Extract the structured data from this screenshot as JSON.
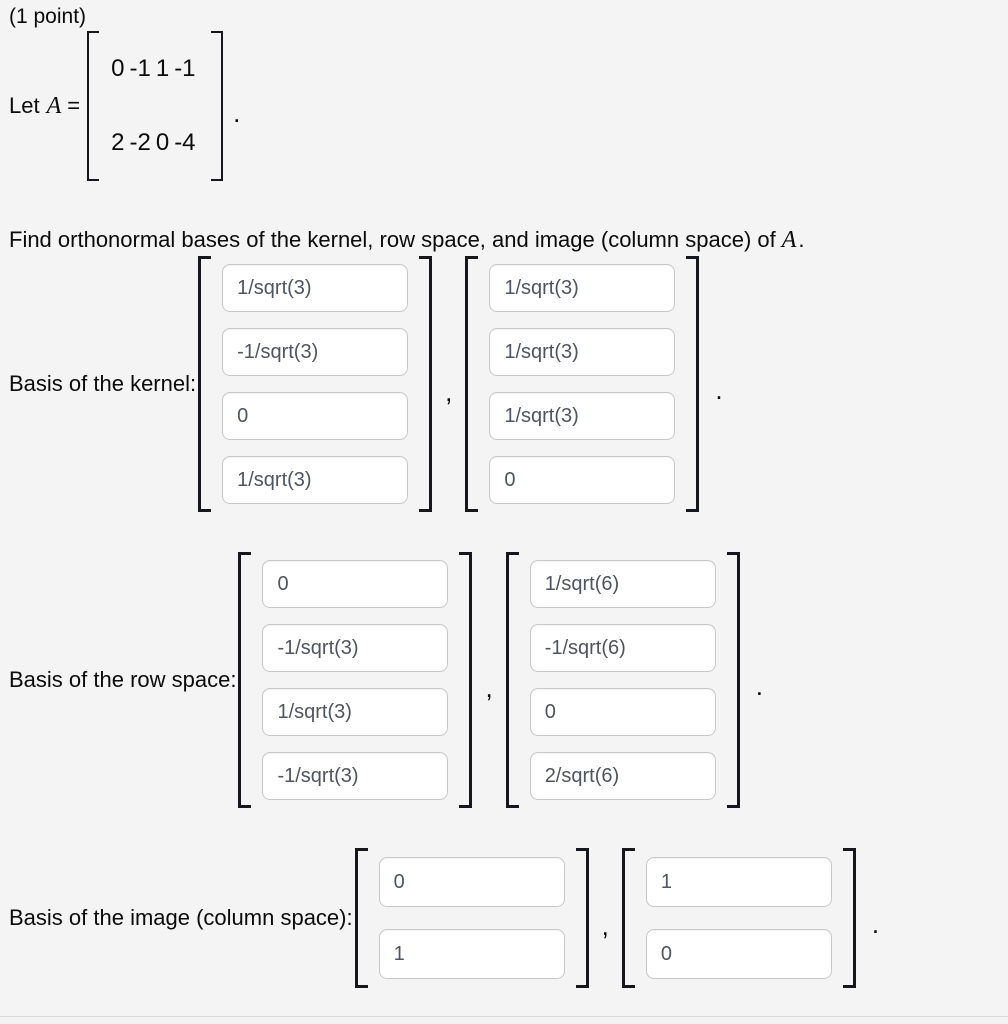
{
  "colors": {
    "page_background": "#f4f4f5",
    "text": "#0b0b0b",
    "input_text": "#4f5560",
    "input_border": "#c9c9c9",
    "input_background": "#ffffff",
    "bracket": "#15171c",
    "bottom_divider": "#d9d9d9"
  },
  "header": {
    "points": "(1 point)"
  },
  "matrix_block": {
    "intro": "Let",
    "var": "A",
    "equals": "=",
    "rows": [
      [
        "0",
        "-1",
        "1",
        "-1"
      ],
      [
        "2",
        "-2",
        "0",
        "-4"
      ]
    ],
    "period": "."
  },
  "prompt": {
    "text": "Find orthonormal bases of the kernel, row space, and image (column space) of",
    "var": "A",
    "period": "."
  },
  "kernel": {
    "label": "Basis of the kernel:",
    "vector1": [
      "1/sqrt(3)",
      "-1/sqrt(3)",
      "0",
      "1/sqrt(3)"
    ],
    "vector2": [
      "1/sqrt(3)",
      "1/sqrt(3)",
      "1/sqrt(3)",
      "0"
    ],
    "separator": ",",
    "terminator": "."
  },
  "row_space": {
    "label": "Basis of the row space:",
    "vector1": [
      "0",
      "-1/sqrt(3)",
      "1/sqrt(3)",
      "-1/sqrt(3)"
    ],
    "vector2": [
      "1/sqrt(6)",
      "-1/sqrt(6)",
      "0",
      "2/sqrt(6)"
    ],
    "separator": ",",
    "terminator": "."
  },
  "image_space": {
    "label": "Basis of the image (column space):",
    "vector1": [
      "0",
      "1"
    ],
    "vector2": [
      "1",
      "0"
    ],
    "separator": ",",
    "terminator": "."
  }
}
